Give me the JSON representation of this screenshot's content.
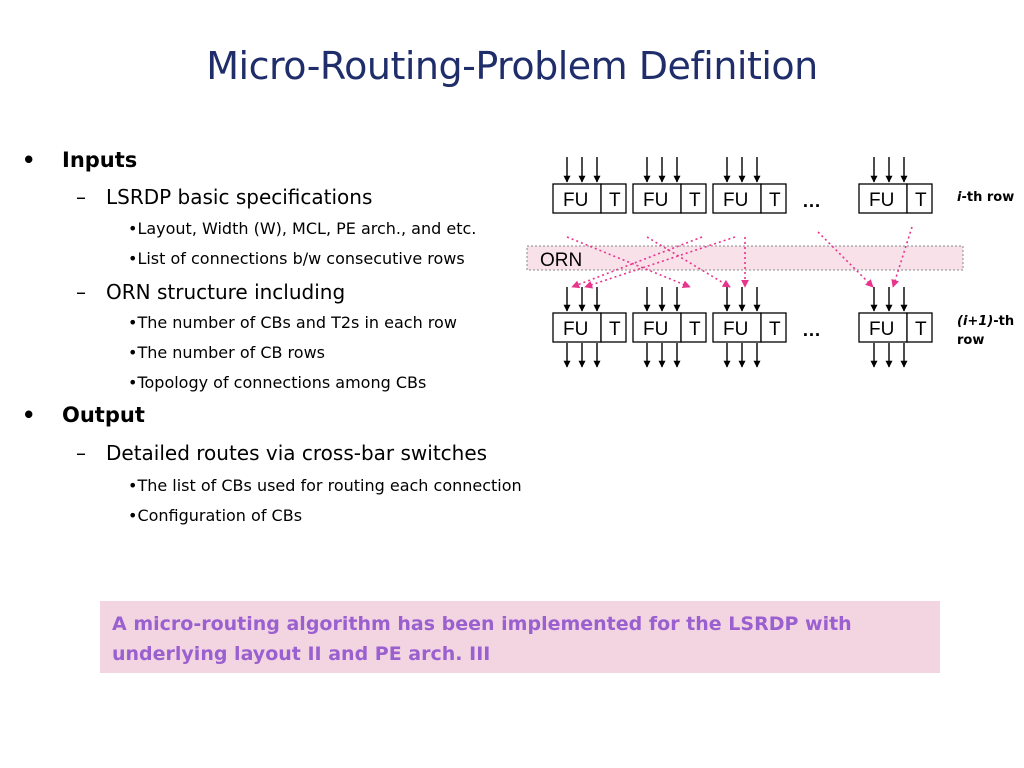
{
  "title": "Micro-Routing-Problem Definition",
  "bullets": {
    "inputs": {
      "label": "Inputs",
      "lsrdp": "LSRDP basic specifications",
      "layout": "•Layout, Width (W), MCL, PE arch., and etc.",
      "connections": "•List of connections b/w consecutive rows",
      "orn": "ORN structure including",
      "cbs_t2s": "•The number of CBs and T2s in each row",
      "cb_rows": "•The number of CB rows",
      "topology": "•Topology of connections among CBs"
    },
    "output": {
      "label": "Output",
      "routes": "Detailed routes via cross-bar switches",
      "list_cbs": "•The list of CBs used for routing each  connection",
      "config": "•Configuration of CBs"
    },
    "bullet_char": "•",
    "dash_char": "–"
  },
  "diagram": {
    "fu_label": "FU",
    "t_label": "T",
    "ellipsis": "…",
    "orn_label": "ORN",
    "row_i_italic": "i",
    "row_i_rest": "-th row",
    "row_next_italic": "(i+1)",
    "row_next_rest1": "-th",
    "row_next_rest2": "row",
    "colors": {
      "orn_fill": "#f9e1ea",
      "arrow": "#e8348c"
    }
  },
  "note": {
    "line1": "A micro-routing algorithm has been implemented for the LSRDP with",
    "line2": "underlying layout II and PE arch. III",
    "bg": "#f3d5e2",
    "text_color": "#9a60cf"
  }
}
